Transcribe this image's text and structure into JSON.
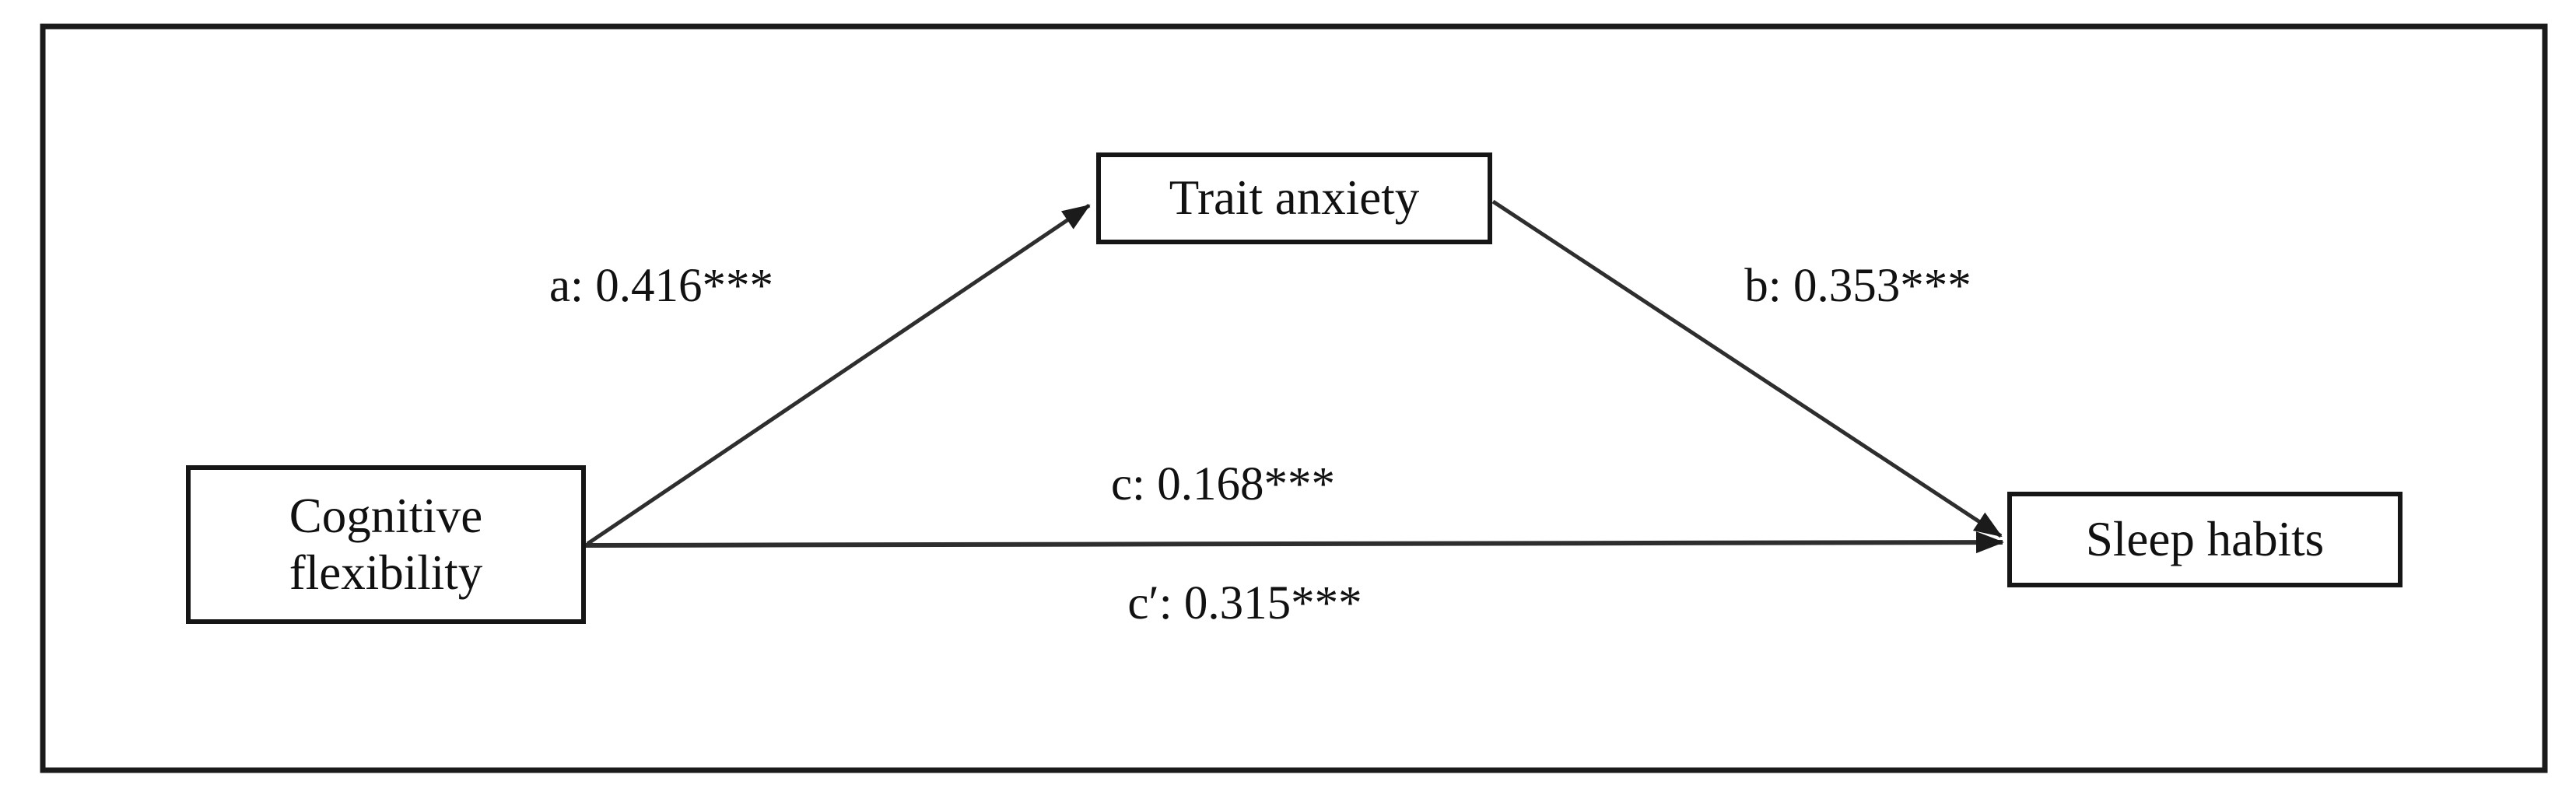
{
  "figure": {
    "background": "#ffffff",
    "outer_border_color": "#1a1a1a",
    "node_border_color": "#161616",
    "line_color": "#2e2e2e",
    "text_color": "#111111"
  },
  "nodes": {
    "predictor": {
      "label": "Cognitive flexibility"
    },
    "mediator": {
      "label": "Trait anxiety"
    },
    "outcome": {
      "label": "Sleep habits"
    }
  },
  "paths": {
    "a": {
      "label": "a: 0.416***",
      "from": "Cognitive flexibility",
      "to": "Trait anxiety",
      "coefficient": "0.416",
      "significance": "***"
    },
    "b": {
      "label": "b: 0.353***",
      "from": "Trait anxiety",
      "to": "Sleep habits",
      "coefficient": "0.353",
      "significance": "***"
    },
    "c": {
      "label": "c: 0.168***",
      "from": "Cognitive flexibility",
      "to": "Sleep habits",
      "coefficient": "0.168",
      "significance": "***"
    },
    "c_prime": {
      "label": "c′: 0.315***",
      "from": "Cognitive flexibility",
      "to": "Sleep habits",
      "coefficient": "0.315",
      "significance": "***"
    }
  }
}
